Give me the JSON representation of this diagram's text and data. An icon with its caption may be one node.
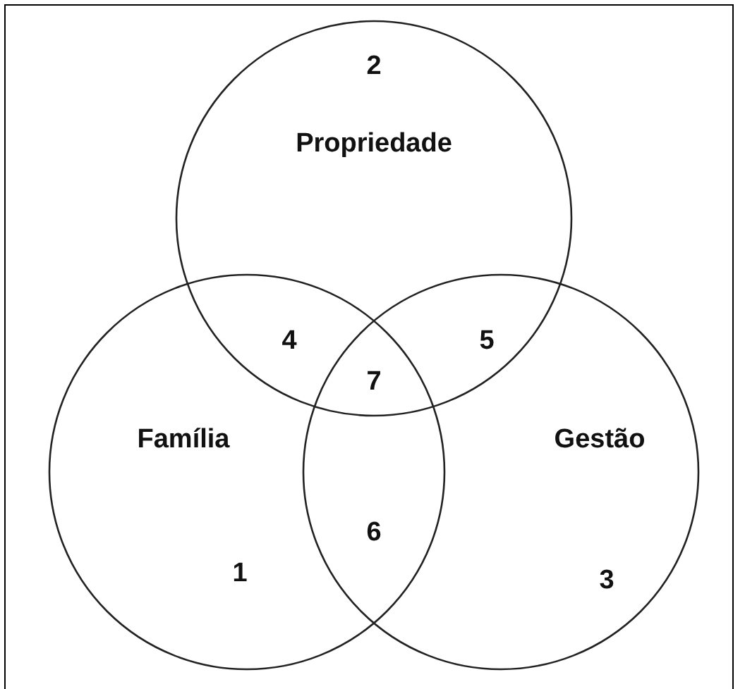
{
  "diagram": {
    "nodes": [
      {
        "text": [
          "2",
          "Propriedade"
        ]
      },
      {
        "text": [
          "Família",
          "1"
        ]
      },
      {
        "text": [
          "Gestão",
          "3"
        ]
      }
    ],
    "labels": [
      "4",
      "5",
      "7",
      "6"
    ]
  }
}
